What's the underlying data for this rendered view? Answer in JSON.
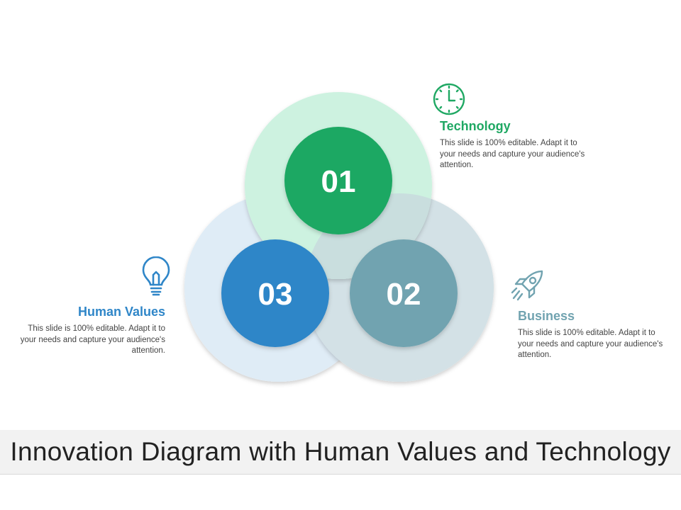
{
  "colors": {
    "technology": "#1fa863",
    "technology_light": "#cdf2e0",
    "business": "#71a3b0",
    "business_light": "#d3e1e6",
    "human_values": "#2f86c8",
    "human_values_light": "#dfecf6",
    "overlap": "#c9dede"
  },
  "nodes": {
    "technology": {
      "number": "01",
      "heading": "Technology",
      "body": "This slide is 100% editable. Adapt it to your needs and capture your audience's attention.",
      "icon": "clock-icon"
    },
    "business": {
      "number": "02",
      "heading": "Business",
      "body": "This slide is 100% editable. Adapt it to your needs and capture your audience's attention.",
      "icon": "rocket-icon"
    },
    "human_values": {
      "number": "03",
      "heading": "Human Values",
      "body": "This slide is 100% editable. Adapt it to your needs and capture your audience's attention.",
      "icon": "lightbulb-icon"
    }
  },
  "footer": {
    "title": "Innovation Diagram with Human Values and Technology"
  }
}
